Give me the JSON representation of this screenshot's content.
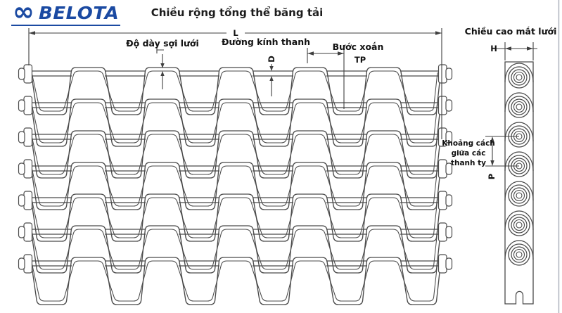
{
  "brand": {
    "name": "BELOTA",
    "infinity_symbol": "∞",
    "color": "#1b4aa2"
  },
  "title": "Chiều rộng tổng thể băng tải",
  "dimensions": {
    "overall_width_label": "L",
    "wire_thickness_label": "Độ dày sợi lưới",
    "rod_diameter_label": "Đường kính thanh",
    "rod_diameter_symbol": "D",
    "twist_pitch_label": "Bước xoắn",
    "twist_pitch_symbol": "TP",
    "mesh_height_title": "Chiều cao mắt lưới",
    "mesh_height_symbol": "H",
    "rod_spacing_label_lines": [
      "Khoảng cách",
      "giữa các",
      "thanh ty"
    ],
    "rod_spacing_symbol": "P"
  },
  "diagram": {
    "front_view": {
      "rows": 7,
      "rods": 7
    },
    "side_view": {
      "loops": 7
    },
    "line_color": "#4a4a4a"
  }
}
